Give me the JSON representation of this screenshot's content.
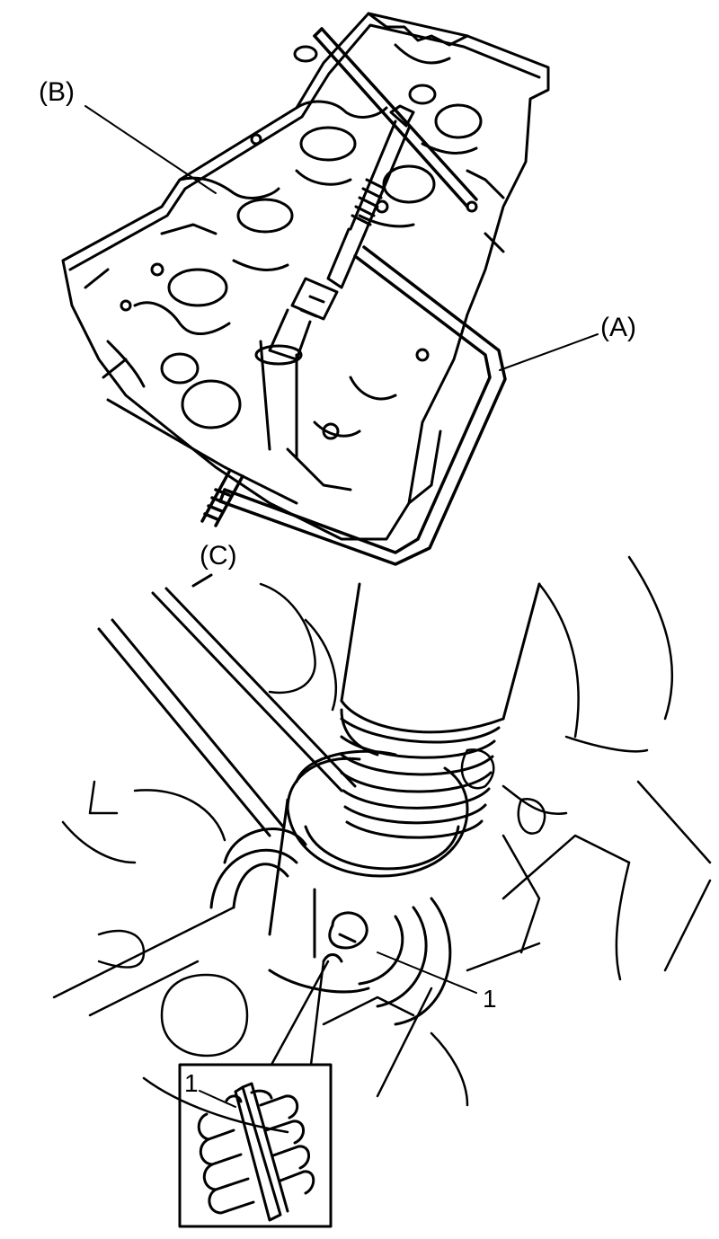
{
  "labels": {
    "a": "(A)",
    "b": "(B)",
    "c": "(C)",
    "part_1": "1",
    "inset_1": "1"
  },
  "colors": {
    "line": "#000000",
    "background": "#ffffff"
  }
}
